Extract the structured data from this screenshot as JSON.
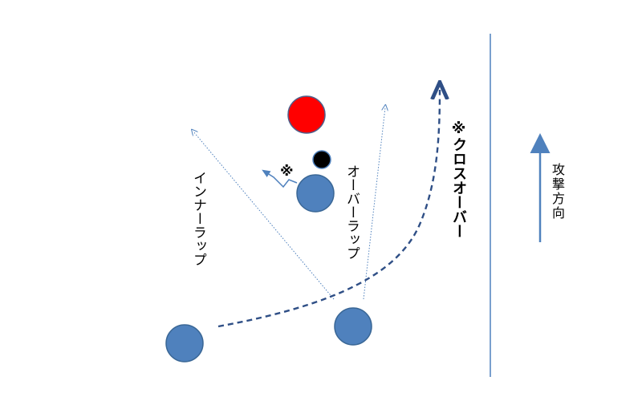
{
  "labels": {
    "inner_lap": "インナーラップ",
    "over_lap": "オーバーラップ",
    "crossover": "※クロスオーバー",
    "note_mark": "※",
    "attack_direction": "攻撃方向"
  },
  "colors": {
    "player": "#4f81bd",
    "player_stroke": "#3a6796",
    "opponent": "#ff0000",
    "opponent_stroke": "#4f5f8a",
    "ball": "#000000",
    "path": "#2f4f86",
    "guide_line": "#4f81bd",
    "arrow": "#4f81bd"
  },
  "icons": {
    "attack_arrow": "arrow-up-icon"
  }
}
